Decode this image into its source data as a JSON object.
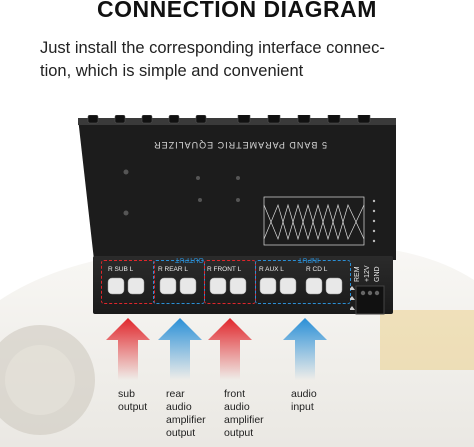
{
  "header": {
    "title": "CONNECTION DIAGRAM",
    "subtitle_line1": "Just install the corresponding interface connec-",
    "subtitle_line2": "tion, which is simple and convenient"
  },
  "device": {
    "name": "5 BAND PARAMETRIC EQUALIZER",
    "output_label": "OUTPUT",
    "input_label": "INPUT",
    "jacks": {
      "sub": "R SUB L",
      "rear": "R REAR L",
      "front": "R FRONT L",
      "aux": "R AUX L",
      "cd": "R CD L"
    },
    "power": {
      "rem": "REM",
      "v12": "+12V",
      "gnd": "GND"
    }
  },
  "captions": {
    "sub": [
      "sub",
      "output"
    ],
    "rear": [
      "rear",
      "audio",
      "amplifier",
      "output"
    ],
    "front": [
      "front",
      "audio",
      "amplifier",
      "output"
    ],
    "audio": [
      "audio",
      "input"
    ]
  },
  "colors": {
    "output_red": "#e0262b",
    "input_blue": "#2a8fd6"
  }
}
